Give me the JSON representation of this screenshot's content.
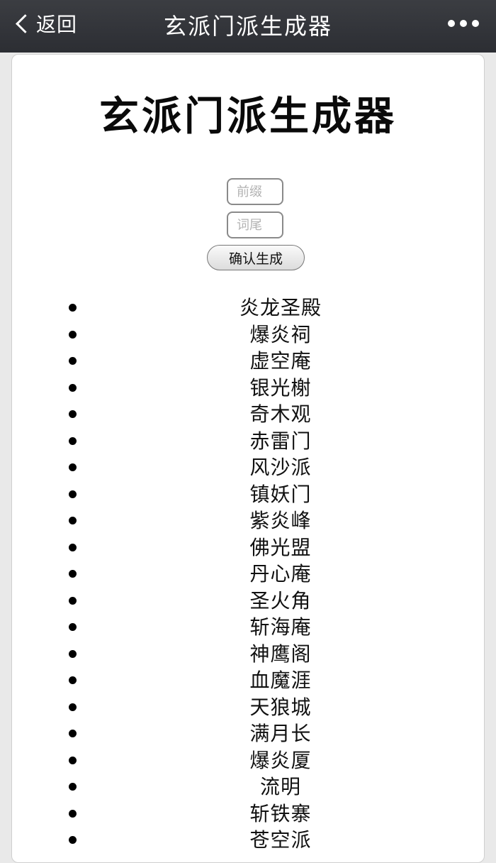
{
  "navbar": {
    "back_label": "返回",
    "title": "玄派门派生成器",
    "more_icon": "more-dots-icon"
  },
  "page": {
    "heading": "玄派门派生成器"
  },
  "form": {
    "prefix_placeholder": "前缀",
    "suffix_placeholder": "词尾",
    "confirm_label": "确认生成"
  },
  "results": [
    "炎龙圣殿",
    "爆炎祠",
    "虚空庵",
    "银光榭",
    "奇木观",
    "赤雷门",
    "风沙派",
    "镇妖门",
    "紫炎峰",
    "佛光盟",
    "丹心庵",
    "圣火角",
    "斩海庵",
    "神鹰阁",
    "血魔涯",
    "天狼城",
    "满月长",
    "爆炎厦",
    "流明",
    "斩铁寨",
    "苍空派"
  ]
}
